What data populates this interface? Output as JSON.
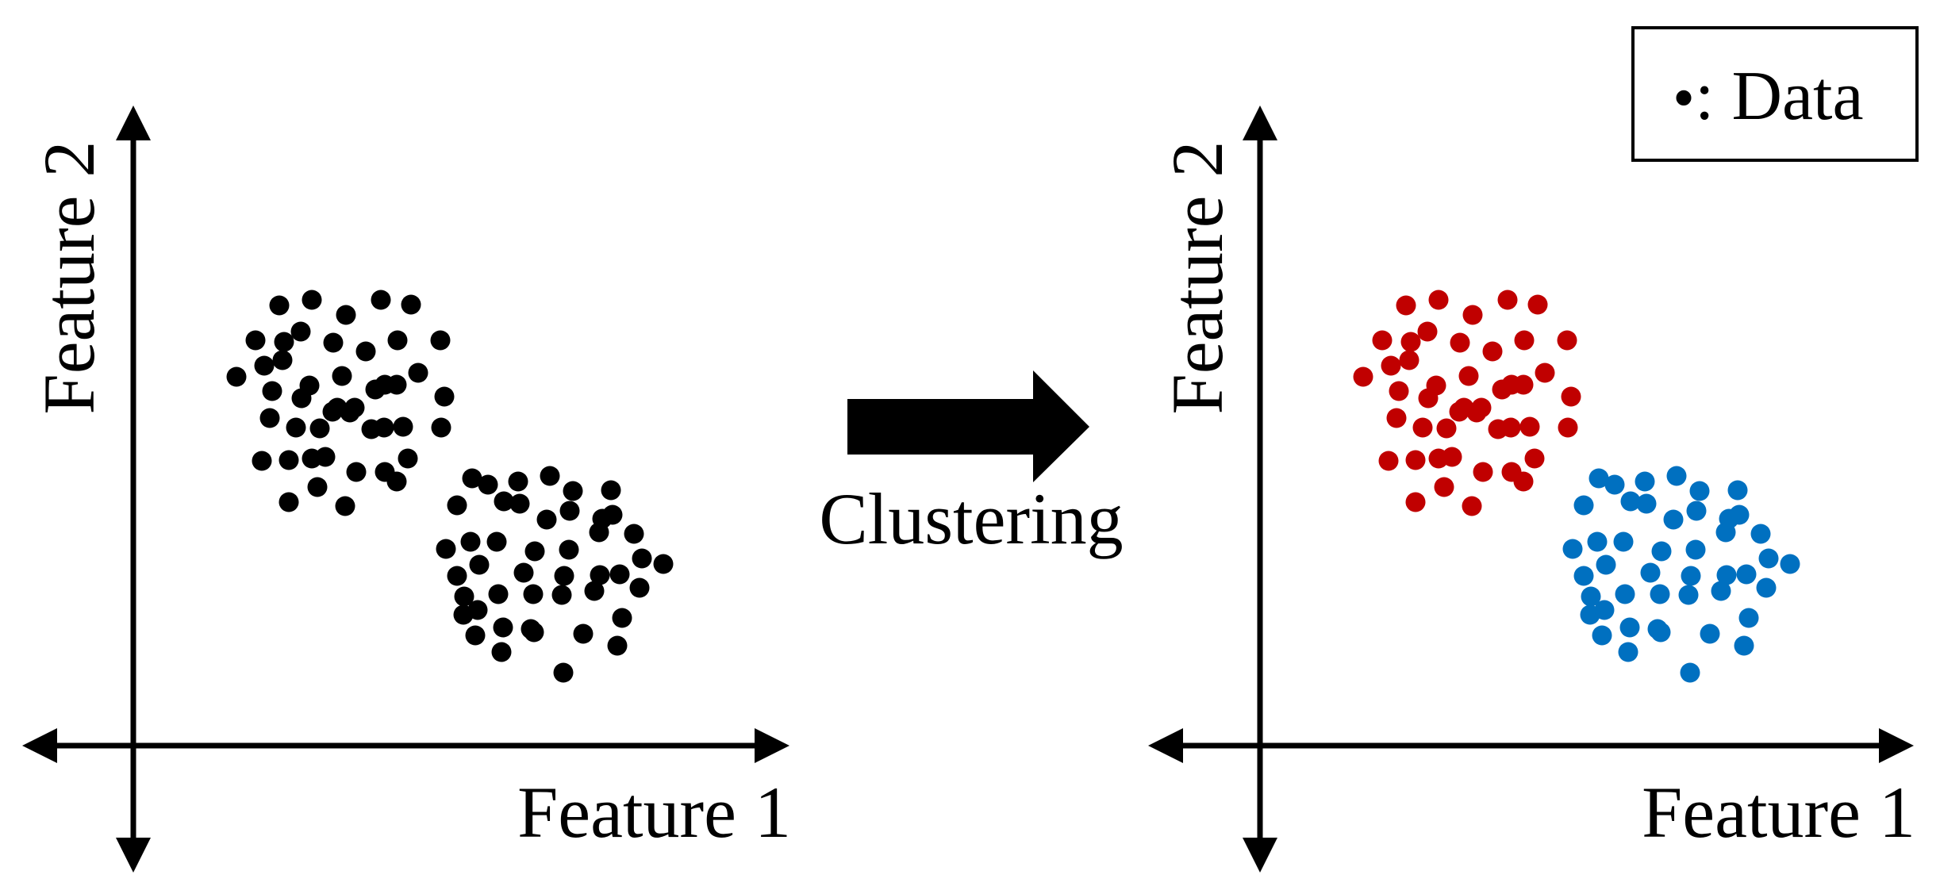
{
  "left_plot": {
    "x_axis_label": "Feature 1",
    "y_axis_label": "Feature 2"
  },
  "right_plot": {
    "x_axis_label": "Feature 1",
    "y_axis_label": "Feature 2"
  },
  "transition": {
    "label": "Clustering",
    "icon": "right-arrow-icon"
  },
  "legend": {
    "marker": "•",
    "label": ": Data"
  },
  "colors": {
    "unclustered": "#000000",
    "cluster_1": "#c00000",
    "cluster_2": "#0070c0"
  }
}
